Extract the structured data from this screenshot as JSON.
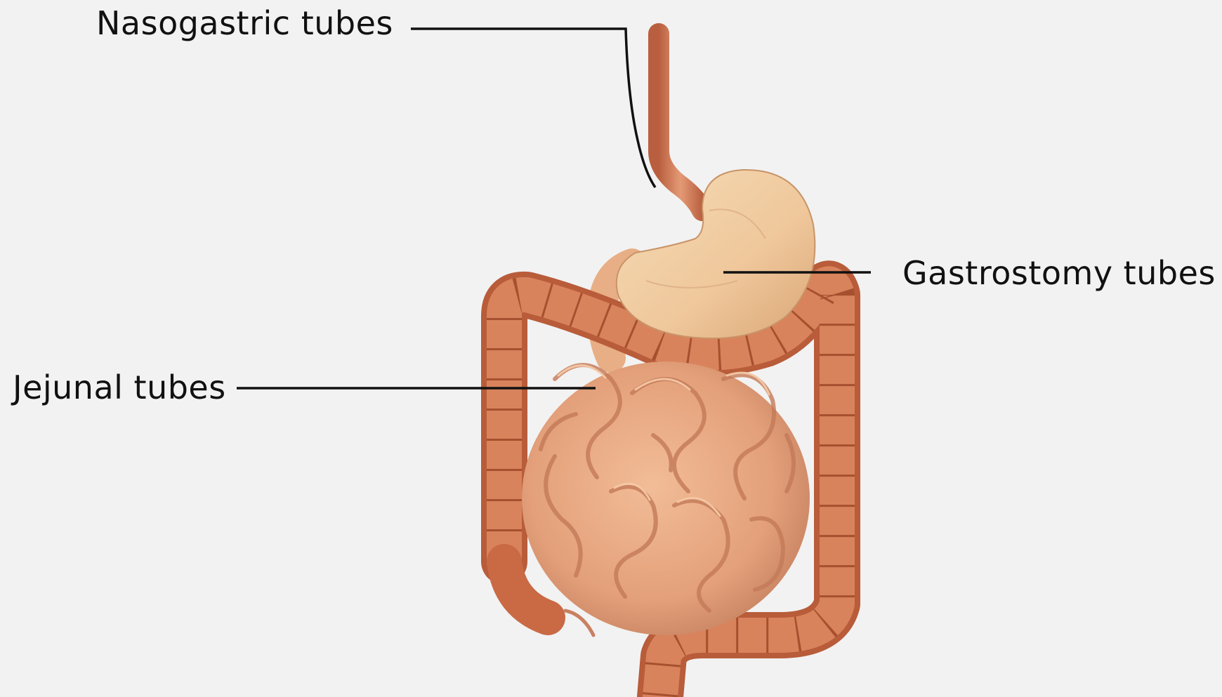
{
  "labels": {
    "nasogastric": "Nasogastric tubes",
    "gastrostomy": "Gastrostomy tubes",
    "jejunal": "Jejunal tubes"
  },
  "colors": {
    "background": "#f2f2f2",
    "stomach": "#efc79b",
    "esophagus": "#d98866",
    "large_intestine": "#cf7550",
    "small_intestine": "#e7a881",
    "leader_line": "#111111",
    "label_text": "#111111"
  }
}
